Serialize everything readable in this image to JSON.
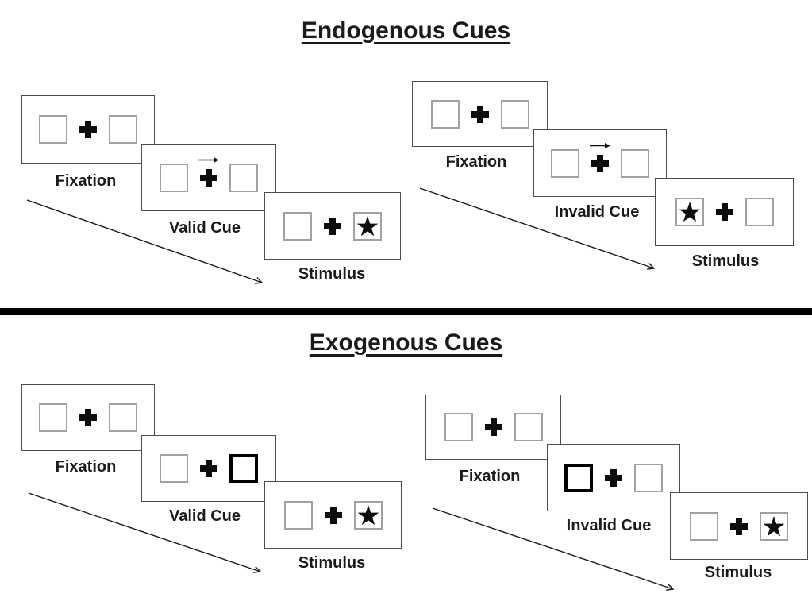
{
  "colors": {
    "ink": "#1a1a1a",
    "panel_border": "#4d4d4d",
    "placeholder_box_border": "#a1a1a1",
    "peripheral_cue_border": "#000000",
    "divider": "#000000",
    "background": "#ffffff"
  },
  "icons": {
    "plus": "fixation-cross",
    "star": "target-star",
    "cue_arrow": "rightward-arrow",
    "sequence_arrow": "diagonal-time-arrow"
  },
  "sections": [
    {
      "title": "Endogenous Cues",
      "trials": [
        {
          "name": "endogenous-valid",
          "cue_type": "central-arrow",
          "cue_direction": "right",
          "target_side": "right",
          "labels": [
            "Fixation",
            "Valid Cue",
            "Stimulus"
          ]
        },
        {
          "name": "endogenous-invalid",
          "cue_type": "central-arrow",
          "cue_direction": "right",
          "target_side": "left",
          "labels": [
            "Fixation",
            "Invalid Cue",
            "Stimulus"
          ]
        }
      ]
    },
    {
      "title": "Exogenous Cues",
      "trials": [
        {
          "name": "exogenous-valid",
          "cue_type": "peripheral-box",
          "cue_side": "right",
          "target_side": "right",
          "labels": [
            "Fixation",
            "Valid Cue",
            "Stimulus"
          ]
        },
        {
          "name": "exogenous-invalid",
          "cue_type": "peripheral-box",
          "cue_side": "left",
          "target_side": "right",
          "labels": [
            "Fixation",
            "Invalid Cue",
            "Stimulus"
          ]
        }
      ]
    }
  ]
}
